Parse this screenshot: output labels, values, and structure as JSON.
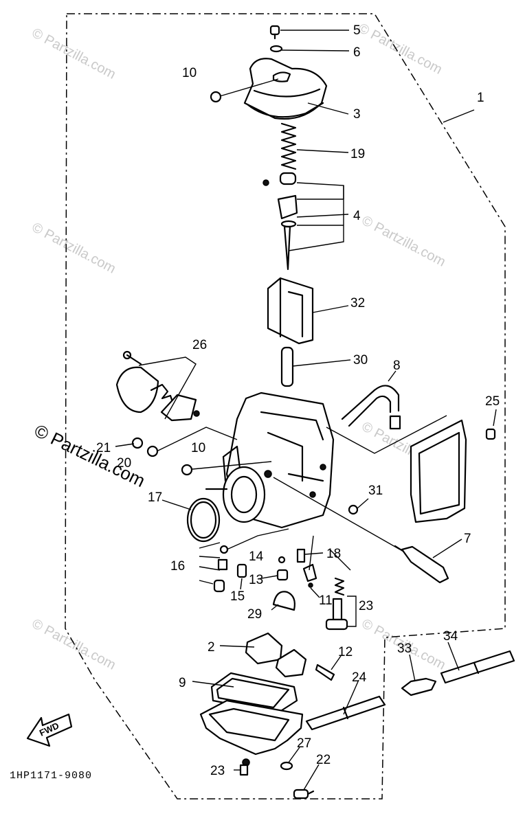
{
  "watermark": {
    "small": "© Partzilla.com",
    "large": "© Partzilla.com"
  },
  "diagram_code": "1HP1171-9080",
  "direction_arrow": "FWD",
  "callouts": [
    "5",
    "6",
    "10",
    "3",
    "1",
    "19",
    "4",
    "32",
    "26",
    "30",
    "8",
    "25",
    "21",
    "20",
    "10",
    "31",
    "17",
    "18",
    "7",
    "16",
    "14",
    "13",
    "15",
    "11",
    "23",
    "29",
    "2",
    "12",
    "9",
    "24",
    "33",
    "34",
    "27",
    "22",
    "23"
  ]
}
